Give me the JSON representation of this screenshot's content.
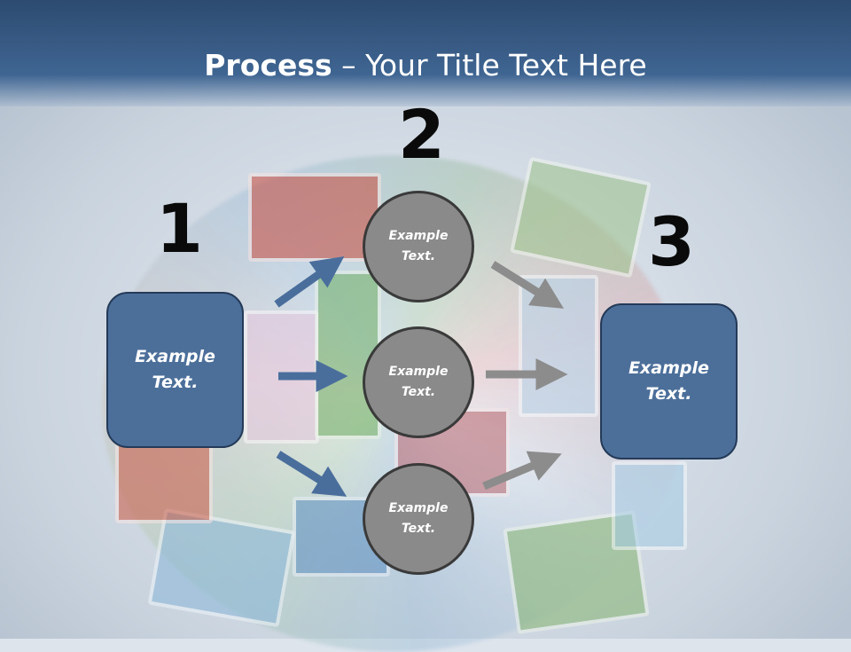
{
  "title": {
    "bold": "Process",
    "rest": " – Your Title Text Here"
  },
  "steps": [
    {
      "number": "1",
      "label": "Example\nText."
    },
    {
      "number": "2",
      "labels": [
        "Example\nText.",
        "Example\nText.",
        "Example\nText."
      ]
    },
    {
      "number": "3",
      "label": "Example\nText."
    }
  ],
  "colors": {
    "header": "#3f6592",
    "box_fill": "#4c6f9a",
    "circle_fill": "#8a8a8a",
    "blue_arrow": "#4a6e9c",
    "gray_arrow": "#8c8c8c"
  }
}
